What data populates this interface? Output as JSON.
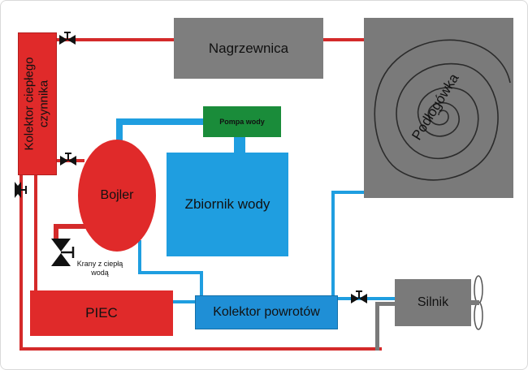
{
  "components": {
    "kolektor_cieplego": "Kolektor ciepłego\nczynnika",
    "nagrzewnica": "Nagrzewnica",
    "podlogowka": "Podłogówka",
    "pompa": "Pompa wody",
    "zbiornik": "Zbiornik wody",
    "bojler": "Bojler",
    "krany": "Krany z ciepłą wodą",
    "piec": "PIEC",
    "kolektor_powrotow": "Kolektor powrotów",
    "silnik": "Silnik"
  },
  "colors": {
    "hot_pipe": "#d42a2a",
    "return_pipe": "#1f9ee0",
    "unit_gray": "#7a7a7a",
    "pump_green": "#1a8c3a",
    "valve_dark": "#111111"
  }
}
